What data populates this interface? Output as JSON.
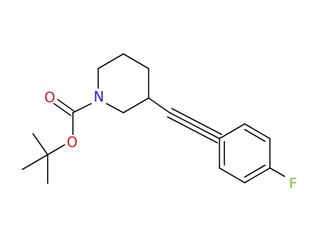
{
  "diagram": {
    "type": "chemical-structure",
    "atoms": {
      "nitrogen": "N",
      "carbonyl_oxygen": "O",
      "ester_oxygen": "O",
      "fluorine": "F"
    },
    "colors": {
      "bond": "#000000",
      "nitrogen": "#1f1fdc",
      "oxygen": "#e0141e",
      "fluorine": "#7fbf3f"
    }
  }
}
